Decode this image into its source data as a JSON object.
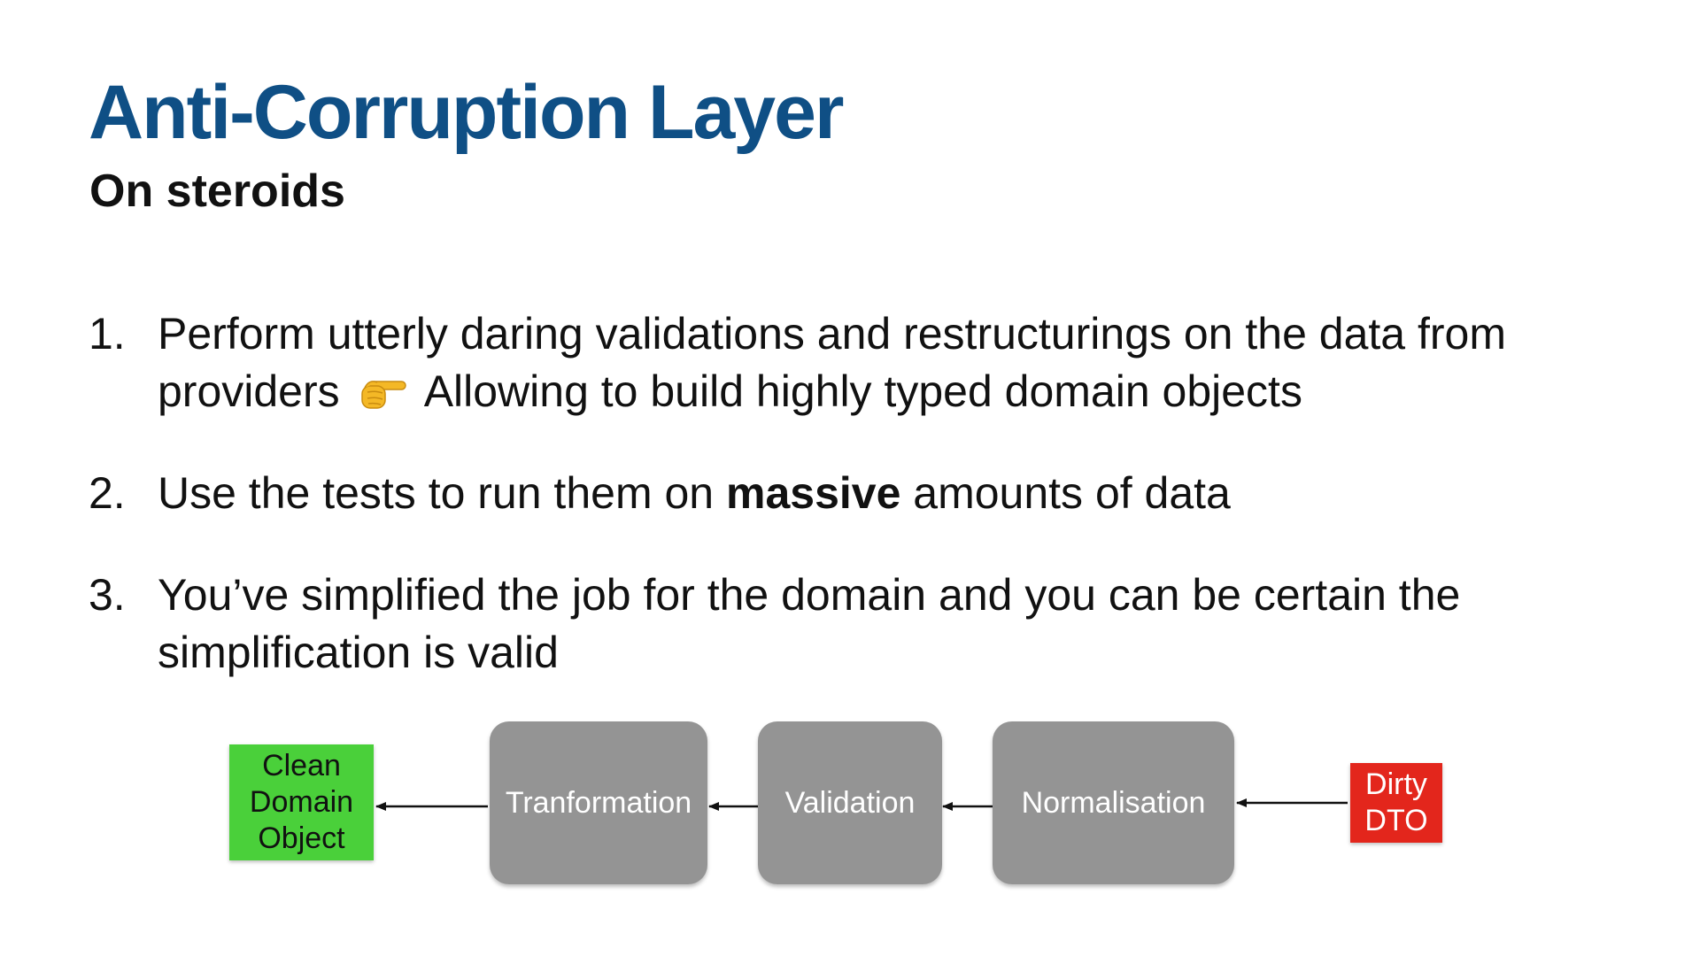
{
  "slide": {
    "title": "Anti-Corruption Layer",
    "subtitle": "On steroids",
    "points": [
      {
        "number": "1.",
        "line1": "Perform utterly daring validations and restructurings on the data from",
        "line2_start": "providers",
        "icon": "pointing-right-hand-icon",
        "line2_end": "Allowing to build highly typed domain objects"
      },
      {
        "number": "2.",
        "before": "Use the tests to run them on ",
        "bold": "massive",
        "after": " amounts of data"
      },
      {
        "number": "3.",
        "line1": "You’ve simplified the job for the domain and you can be certain the",
        "line2": "simplification is valid"
      }
    ]
  },
  "diagram": {
    "nodes": {
      "clean": {
        "label": "Clean Domain Object",
        "color": "#4ad03a"
      },
      "transformation": {
        "label": "Tranformation",
        "color": "#949494"
      },
      "validation": {
        "label": "Validation",
        "color": "#949494"
      },
      "normalisation": {
        "label": "Normalisation",
        "color": "#949494"
      },
      "dirty": {
        "label": "Dirty DTO",
        "color": "#e3261c"
      }
    },
    "flow": [
      "Dirty DTO",
      "Normalisation",
      "Validation",
      "Tranformation",
      "Clean Domain Object"
    ]
  },
  "colors": {
    "title": "#0f4f85",
    "text": "#111111",
    "stage": "#949494",
    "clean": "#4ad03a",
    "dirty": "#e3261c"
  }
}
